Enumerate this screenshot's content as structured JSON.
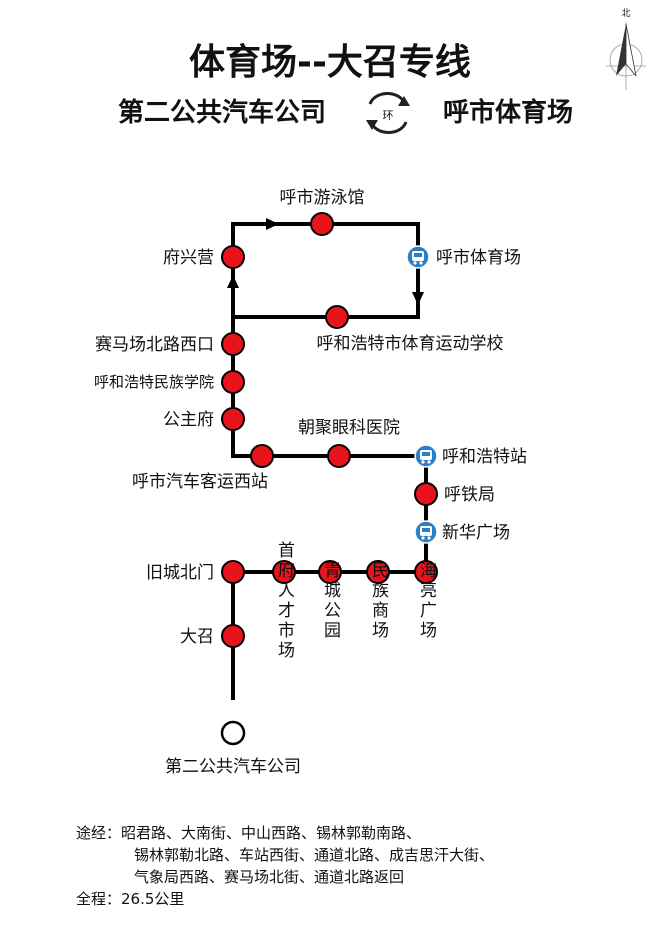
{
  "title": "体育场--大召专线",
  "subtitle": {
    "from": "第二公共汽车公司",
    "loop_badge": "环",
    "to": "呼市体育场"
  },
  "compass_label": "北",
  "colors": {
    "stop_fill": "#e8141b",
    "line": "#000000",
    "bus_icon": "#2c7fc6",
    "terminal_fill": "#ffffff"
  },
  "stops": {
    "youyongguan": "呼市游泳馆",
    "fuxingying": "府兴营",
    "tiyuchang": "呼市体育场",
    "tiyuxuexiao": "呼和浩特市体育运动学校",
    "saimachang": "赛马场北路西口",
    "minzuxueyuan": "呼和浩特民族学院",
    "gongzhufu": "公主府",
    "yankeyiyuan": "朝聚眼科医院",
    "keyunxizhan": "呼市汽车客运西站",
    "huochezhan": "呼和浩特站",
    "tieju": "呼铁局",
    "xinhuaguangchang": "新华广场",
    "jiuchengbeimen": "旧城北门",
    "dazhao": "大召",
    "shoufu": "首府人才市场",
    "qingcheng": "青城公园",
    "minzushangchang": "民族商场",
    "hailiang": "海亮广场",
    "depot": "第二公共汽车公司"
  },
  "footer": {
    "route_label": "途经：",
    "route_line1": "昭君路、大南街、中山西路、锡林郭勒南路、",
    "route_line2": "锡林郭勒北路、车站西街、通道北路、成吉思汗大街、",
    "route_line3": "气象局西路、赛马场北街、通道北路返回",
    "length_label": "全程：",
    "length_value": "26.5公里"
  }
}
